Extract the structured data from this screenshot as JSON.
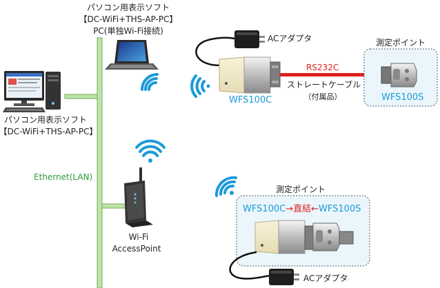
{
  "pc_top": {
    "line1": "パソコン用表示ソフト",
    "line2": "【DC-WiFi+THS-AP-PC】",
    "line3": "PC(単独Wi-Fi接続)"
  },
  "pc_left": {
    "line1": "パソコン用表示ソフト",
    "line2": "【DC-WiFi+THS-AP-PC】"
  },
  "network": {
    "ethernet_label": "Ethernet(LAN)",
    "wire_color": "#bfe3a8",
    "accent_color": "#1a9ad8",
    "label_color": "#2e9a3a"
  },
  "access_point": {
    "line1": "Wi-Fi",
    "line2": "AccessPoint"
  },
  "top_setup": {
    "adapter_label": "ACアダプタ",
    "rs232c_label": "RS232C",
    "cable_label": "ストレートケーブル",
    "cable_note": "（付属品）",
    "device_label": "WFS100C",
    "point_title": "測定ポイント",
    "sensor_label": "WFS100S",
    "cable_color": "#e0201e"
  },
  "bottom_setup": {
    "point_title": "測定ポイント",
    "direct_left": "WFS100C",
    "direct_middle": "→直結←",
    "direct_right": "WFS100S",
    "adapter_label": "ACアダプタ"
  }
}
